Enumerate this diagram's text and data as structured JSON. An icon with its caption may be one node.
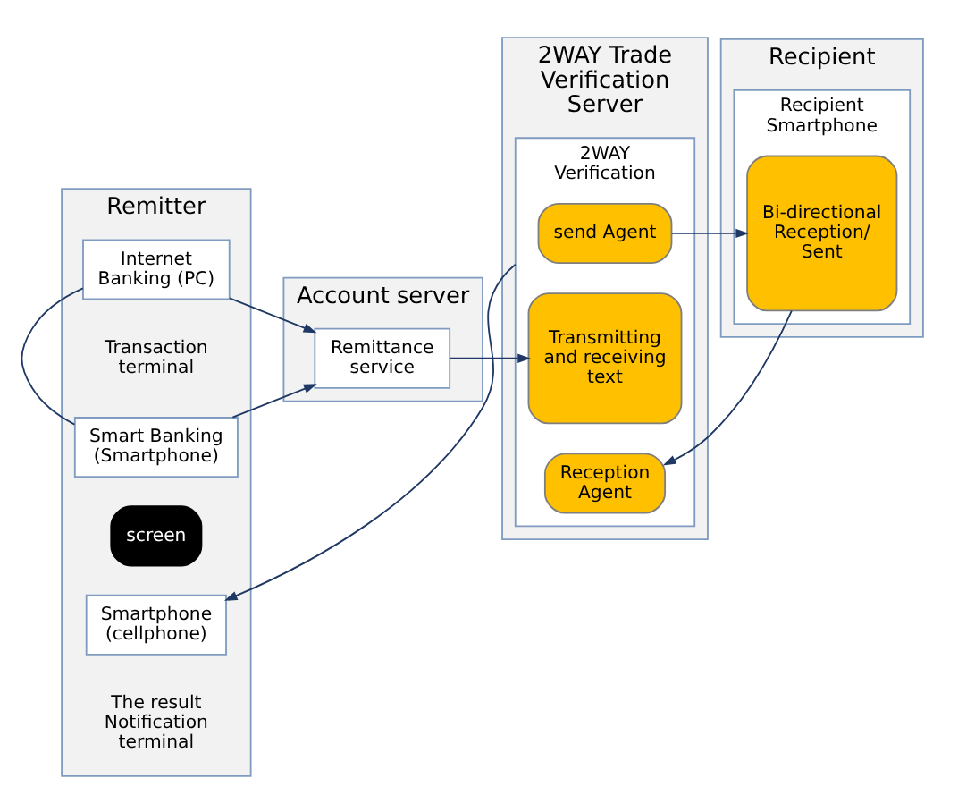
{
  "diagram": {
    "nodes": [
      {
        "text": [
          "Remitter"
        ]
      },
      {
        "text": [
          "Internet Banking (PC)"
        ],
        "in": 0
      },
      {
        "text": [
          "Smart Banking (Smartphone)"
        ],
        "in": 0
      },
      {
        "text": [
          "screen"
        ],
        "in": 0
      },
      {
        "text": [
          "Smartphone (cellphone)"
        ],
        "in": 0
      },
      {
        "text": [
          "Account server"
        ]
      },
      {
        "text": [
          "Remittance service"
        ],
        "in": 5
      },
      {
        "text": [
          "2WAY Trade Verification Server"
        ]
      },
      {
        "text": [
          "2WAY Verification"
        ],
        "in": 7
      },
      {
        "text": [
          "send Agent"
        ],
        "in": 8
      },
      {
        "text": [
          "Transmitting and receiving text"
        ],
        "in": 8
      },
      {
        "text": [
          "Reception Agent"
        ],
        "in": 8
      },
      {
        "text": [
          "Recipient"
        ]
      },
      {
        "text": [
          "Recipient Smartphone"
        ],
        "in": 12
      },
      {
        "text": [
          "Bi-directional Reception/ Sent"
        ],
        "in": 13
      }
    ],
    "edges": [
      {
        "from": 1,
        "to": 6,
        "arrow": "to"
      },
      {
        "from": 2,
        "to": 6,
        "arrow": "to"
      },
      {
        "from": 1,
        "to": 2,
        "arrow": "none"
      },
      {
        "from": 6,
        "to": 10,
        "arrow": "to"
      },
      {
        "from": 9,
        "to": 14,
        "arrow": "to"
      },
      {
        "from": 14,
        "to": 11,
        "arrow": "to"
      },
      {
        "from": 8,
        "to": 4,
        "arrow": "to"
      }
    ],
    "labels": [
      "Transaction terminal",
      "The result Notification terminal"
    ]
  }
}
